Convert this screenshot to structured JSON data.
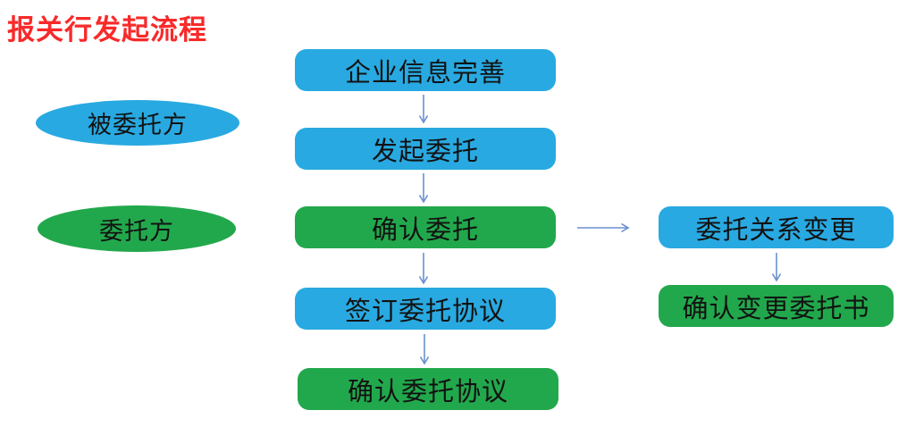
{
  "title": {
    "text": "报关行发起流程",
    "color": "#F82A2A"
  },
  "colors": {
    "node_blue": "#29A9E1",
    "node_green": "#22A84C",
    "arrow": "#6B8FD0",
    "node_text": "#121212",
    "background": "#FFFFFF"
  },
  "legend": {
    "entrusted_party": {
      "label": "被委托方",
      "fill": "blue"
    },
    "entrusting_party": {
      "label": "委托方",
      "fill": "green"
    }
  },
  "flow": {
    "main_steps": [
      {
        "label": "企业信息完善",
        "fill": "blue"
      },
      {
        "label": "发起委托",
        "fill": "blue"
      },
      {
        "label": "确认委托",
        "fill": "green"
      },
      {
        "label": "签订委托协议",
        "fill": "blue"
      },
      {
        "label": "确认委托协议",
        "fill": "green"
      }
    ],
    "branch_steps": [
      {
        "label": "委托关系变更",
        "fill": "blue"
      },
      {
        "label": "确认变更委托书",
        "fill": "green"
      }
    ],
    "edges": [
      {
        "from": "企业信息完善",
        "to": "发起委托",
        "direction": "down"
      },
      {
        "from": "发起委托",
        "to": "确认委托",
        "direction": "down"
      },
      {
        "from": "确认委托",
        "to": "签订委托协议",
        "direction": "down"
      },
      {
        "from": "签订委托协议",
        "to": "确认委托协议",
        "direction": "down"
      },
      {
        "from": "确认委托",
        "to": "委托关系变更",
        "direction": "right"
      },
      {
        "from": "委托关系变更",
        "to": "确认变更委托书",
        "direction": "down"
      }
    ]
  }
}
